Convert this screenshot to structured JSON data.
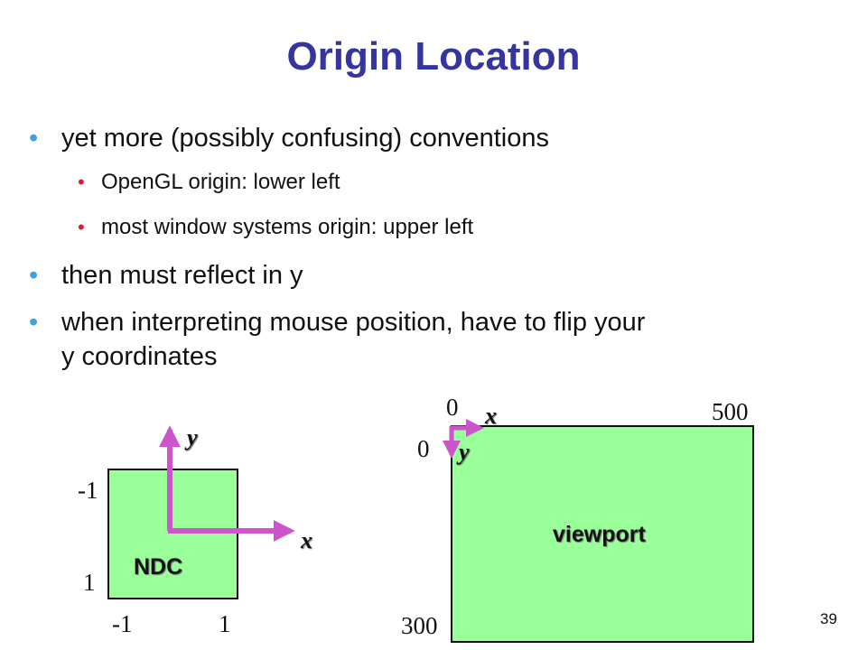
{
  "title": "Origin Location",
  "bullets": [
    {
      "text": "yet more (possibly confusing) conventions"
    },
    {
      "text": "then must reflect in y"
    },
    {
      "text_line1": "when interpreting mouse position, have to flip your",
      "text_line2": "y coordinates"
    }
  ],
  "sub_bullets": [
    {
      "text": "OpenGL origin: lower left"
    },
    {
      "text": "most window systems origin: upper left"
    }
  ],
  "bullet_char": "•",
  "ndc": {
    "box_label": "NDC",
    "x_axis": "x",
    "y_axis": "y",
    "left_ticks": [
      "-1",
      "1"
    ],
    "bottom_ticks": [
      "-1",
      "1"
    ],
    "box_color": "#99ff99",
    "axis_color": "#cc55cc"
  },
  "viewport": {
    "box_label": "viewport",
    "x_axis": "x",
    "y_axis": "y",
    "top_left": "0",
    "top_right": "500",
    "left_top": "0",
    "bottom_left": "300",
    "box_color": "#99ff99",
    "axis_color": "#cc55cc"
  },
  "slide_number": "39"
}
